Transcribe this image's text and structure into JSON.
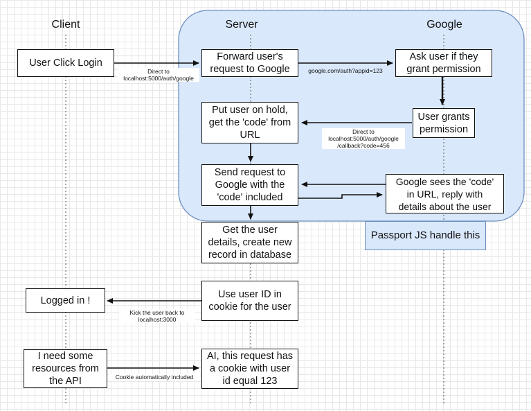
{
  "lanes": {
    "client": "Client",
    "server": "Server",
    "google": "Google"
  },
  "nodes": {
    "user_click_login": "User Click Login",
    "forward_request": "Forward user's\nrequest to Google",
    "ask_permission": "Ask user if they\ngrant permission",
    "user_grants": "User grants\npermission",
    "put_on_hold": "Put user on hold,\nget the 'code' from\nURL",
    "send_request": "Send request to\nGoogle with the\n'code' included",
    "google_sees_code": "Google sees the 'code'\nin URL, reply with\ndetails about the user",
    "passport_note": "Passport JS handle this",
    "get_user_details": "Get the user\ndetails, create new\nrecord in database",
    "use_user_id": "Use user ID in\ncookie for the user",
    "logged_in": "Logged in !",
    "need_resources": "I need some\nresources from\nthe API",
    "request_cookie": "AI, this request has\na cookie with user\nid equal 123"
  },
  "edges": {
    "direct_to_login": "Direct to\nlocalhost:5000/auth/google",
    "google_auth_url": "google.com/auth?appid=123",
    "direct_to_callback": "Direct to\nlocalhost:5000/auth/google\n/callback?code=456",
    "kick_back": "Kick the user back to\nlocalhost:3000",
    "cookie_included": "Cookie automatically included"
  },
  "colors": {
    "google_region_fill": "#dae8fc",
    "google_region_stroke": "#6c8ebf",
    "stroke": "#111111"
  }
}
